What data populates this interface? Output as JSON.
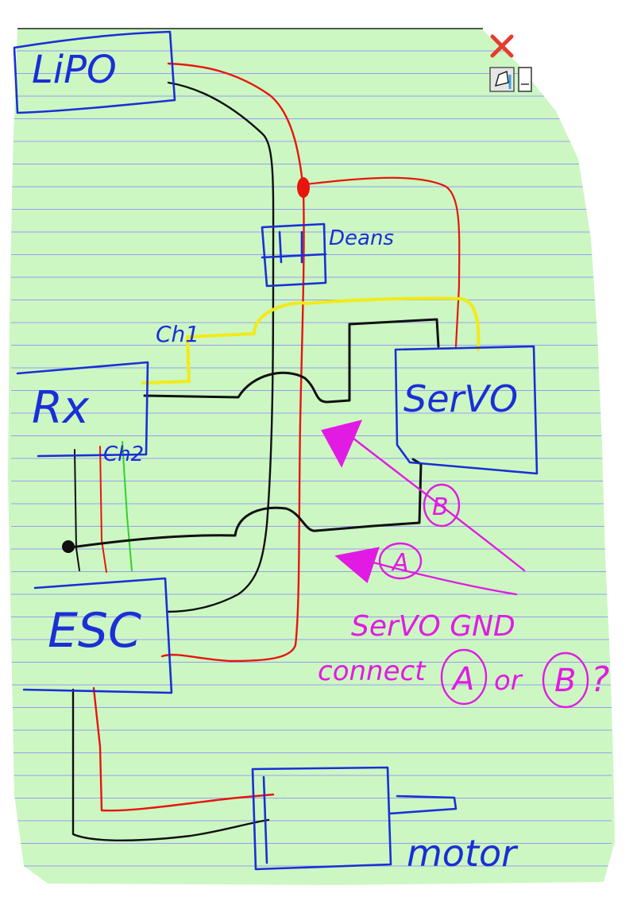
{
  "labels": {
    "lipo": "LiPO",
    "deans": "Deans",
    "rx": "Rx",
    "ch1": "Ch1",
    "ch2": "Ch2",
    "servo": "SerVO",
    "esc": "ESC",
    "motor": "motor",
    "point_a": "A",
    "point_b": "B"
  },
  "note": {
    "line1": "SerVO GND",
    "line2_prefix": "connect",
    "line2_a": "A",
    "line2_or": "or",
    "line2_b": "B",
    "line2_q": "?"
  },
  "toolbar": {
    "close_icon": "close-icon",
    "pen_icon": "pen-icon",
    "page_icon": "page-icon"
  },
  "colors": {
    "paper": "#ccf7c2",
    "rule": "#9a9df0",
    "blue_ink": "#1a2fd6",
    "red_wire": "#e8150f",
    "black_wire": "#101010",
    "yellow_wire": "#f2ea18",
    "green_wire": "#2fd22f",
    "magenta": "#e11be3",
    "close_red": "#e63b2e"
  }
}
